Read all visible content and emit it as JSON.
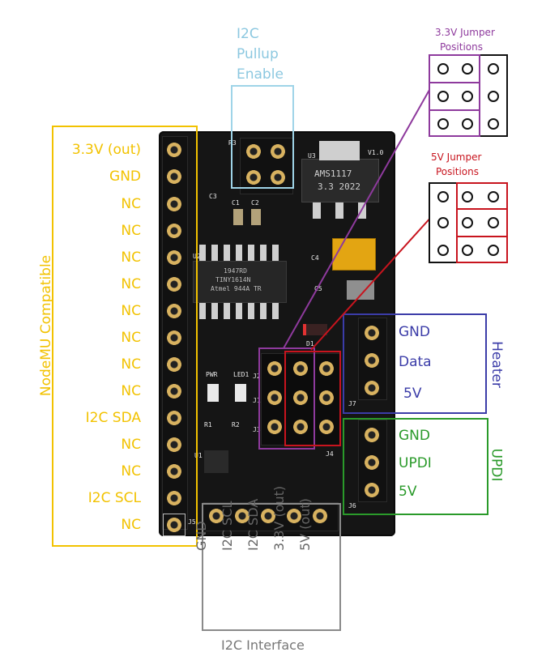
{
  "labels": {
    "pullup_title": [
      "I2C",
      "Pullup",
      "Enable"
    ],
    "jumper33_title": [
      "3.3V Jumper",
      "Positions"
    ],
    "jumper5v_title": [
      "5V Jumper",
      "Positions"
    ],
    "nodemcu_side": "NodeMU Compatible",
    "left_pins": [
      "3.3V (out)",
      "GND",
      "NC",
      "NC",
      "NC",
      "NC",
      "NC",
      "NC",
      "NC",
      "NC",
      "I2C SDA",
      "NC",
      "NC",
      "I2C SCL",
      "NC"
    ],
    "heater_title": "Heater",
    "heater_pins": [
      "GND",
      "Data",
      "5V"
    ],
    "updi_title": "UPDI",
    "updi_pins": [
      "GND",
      "UPDI",
      "5V"
    ],
    "i2c_pins": [
      "GND",
      "I2C SCL",
      "I2C SDA",
      "3.3V (out)",
      "5V (out)"
    ],
    "i2c_title": "I2C Interface"
  },
  "board": {
    "chip_regulator": [
      "AMS1117",
      "3.3 2022"
    ],
    "chip_mcu": [
      "Atmel 944A TR",
      "TINY1614N",
      "1947RD"
    ],
    "silk_version": "V1.0",
    "silk_labels": [
      "PWR",
      "LED1",
      "R1",
      "R2",
      "R3",
      "C1",
      "C2",
      "C3",
      "C4",
      "C5",
      "U1",
      "U2",
      "U3",
      "J1",
      "J2",
      "J3",
      "J4",
      "J5",
      "J6",
      "J7",
      "D1"
    ]
  },
  "colors": {
    "nodemcu": "#f2c200",
    "pullup": "#9fd4e8",
    "jumper33": "#8e3a9d",
    "jumper5v": "#c8141e",
    "heater": "#3b3ca8",
    "updi": "#2a9a2a",
    "i2c": "#8a8a8a",
    "pcb": "#131313"
  }
}
